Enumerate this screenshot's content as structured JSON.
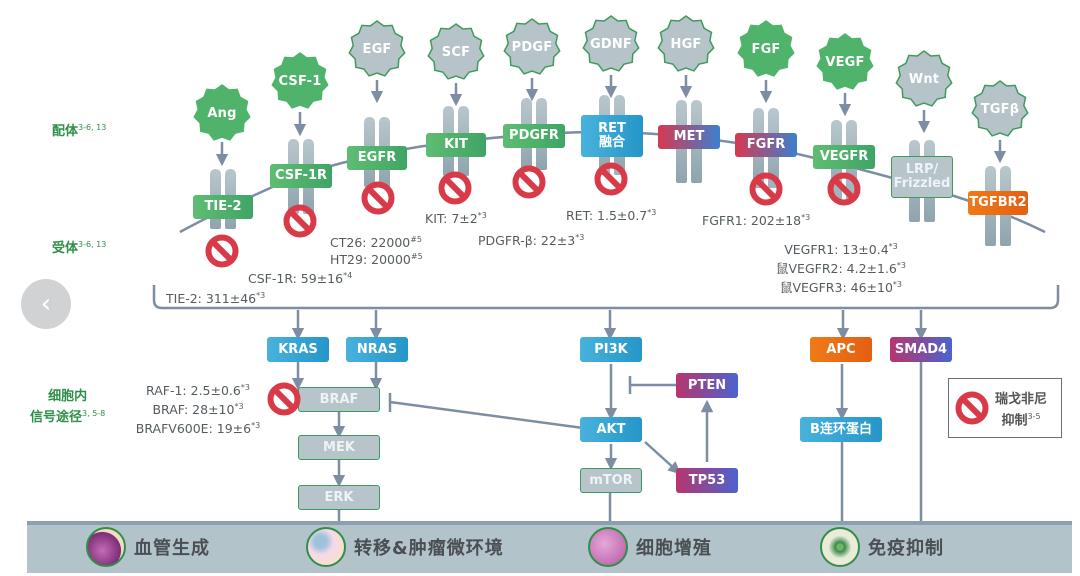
{
  "side_labels": {
    "ligand": "配体",
    "ligand_ref": "3-6, 13",
    "receptor": "受体",
    "receptor_ref": "3-6, 13",
    "intracellular_line1": "细胞内",
    "intracellular_line2": "信号途径",
    "intracellular_ref": "3, 5-8"
  },
  "ligands": [
    {
      "id": "ang",
      "label": "Ang",
      "color": "green"
    },
    {
      "id": "csf1",
      "label": "CSF-1",
      "color": "green"
    },
    {
      "id": "egf",
      "label": "EGF",
      "color": "gray"
    },
    {
      "id": "scf",
      "label": "SCF",
      "color": "gray"
    },
    {
      "id": "pdgf",
      "label": "PDGF",
      "color": "gray"
    },
    {
      "id": "gdnf",
      "label": "GDNF",
      "color": "gray"
    },
    {
      "id": "hgf",
      "label": "HGF",
      "color": "gray"
    },
    {
      "id": "fgf",
      "label": "FGF",
      "color": "green"
    },
    {
      "id": "vegf",
      "label": "VEGF",
      "color": "green"
    },
    {
      "id": "wnt",
      "label": "Wnt",
      "color": "gray"
    },
    {
      "id": "tgfb",
      "label": "TGFβ",
      "color": "gray"
    }
  ],
  "receptors": [
    {
      "id": "tie2",
      "label": "TIE-2",
      "style": "green",
      "inhibited": true
    },
    {
      "id": "csf1r",
      "label": "CSF-1R",
      "style": "green",
      "inhibited": true
    },
    {
      "id": "egfr",
      "label": "EGFR",
      "style": "green",
      "inhibited": true
    },
    {
      "id": "kit",
      "label": "KIT",
      "style": "green",
      "inhibited": true
    },
    {
      "id": "pdgfr",
      "label": "PDGFR",
      "style": "green",
      "inhibited": true
    },
    {
      "id": "ret",
      "label": "RET",
      "label2": "融合",
      "style": "blue",
      "inhibited": true
    },
    {
      "id": "met",
      "label": "MET",
      "style": "redblue",
      "inhibited": false
    },
    {
      "id": "fgfr",
      "label": "FGFR",
      "style": "redblue",
      "inhibited": true
    },
    {
      "id": "vegfr",
      "label": "VEGFR",
      "style": "green",
      "inhibited": true
    },
    {
      "id": "lrp",
      "label": "LRP/",
      "label2": "Frizzled",
      "style": "gray",
      "inhibited": false
    },
    {
      "id": "tgfbr2",
      "label": "TGFBR2",
      "style": "orange",
      "inhibited": false
    }
  ],
  "ic50_values": {
    "tie2": {
      "text": "TIE-2: 311±46",
      "sup": "*3"
    },
    "csf1r": {
      "text": "CSF-1R: 59±16",
      "sup": "*4"
    },
    "ct26": {
      "text": "CT26: 22000",
      "sup": "#5"
    },
    "ht29": {
      "text": "HT29: 20000",
      "sup": "#5"
    },
    "kit": {
      "text": "KIT: 7±2",
      "sup": "*3"
    },
    "pdgfrb": {
      "text": "PDGFR-β: 22±3",
      "sup": "*3"
    },
    "ret": {
      "text": "RET: 1.5±0.7",
      "sup": "*3"
    },
    "fgfr1": {
      "text": "FGFR1: 202±18",
      "sup": "*3"
    },
    "vegfr1": {
      "text": "VEGFR1: 13±0.4",
      "sup": "*3"
    },
    "vegfr2": {
      "text": "鼠VEGFR2: 4.2±1.6",
      "sup": "*3"
    },
    "vegfr3": {
      "text": "鼠VEGFR3: 46±10",
      "sup": "*3"
    },
    "raf1": {
      "text": "RAF-1: 2.5±0.6",
      "sup": "*3"
    },
    "braf": {
      "text": "BRAF: 28±10",
      "sup": "*3"
    },
    "brafv600e": {
      "text": "BRAFV600E: 19±6",
      "sup": "*3"
    }
  },
  "signaling_nodes": {
    "kras": "KRAS",
    "nras": "NRAS",
    "braf": "BRAF",
    "mek": "MEK",
    "erk": "ERK",
    "pi3k": "PI3K",
    "akt": "AKT",
    "mtor": "mTOR",
    "pten": "PTEN",
    "tp53": "TP53",
    "apc": "APC",
    "bcatenin": "B连环蛋白",
    "smad4": "SMAD4"
  },
  "legend": {
    "line1": "瑞戈非尼",
    "line2": "抑制",
    "ref": "3-5"
  },
  "outcomes": [
    {
      "id": "angiogenesis",
      "label": "血管生成"
    },
    {
      "id": "metastasis",
      "label": "转移&肿瘤微环境"
    },
    {
      "id": "proliferation",
      "label": "细胞增殖"
    },
    {
      "id": "immunosuppression",
      "label": "免疫抑制"
    }
  ],
  "nav": {
    "back_icon": "‹"
  },
  "colors": {
    "green": "#4fb36b",
    "ligand_gray": "#b6c4ca",
    "inhibit_red": "#d93a48",
    "line": "#7d8ea3",
    "text_green": "#2f8f48"
  }
}
